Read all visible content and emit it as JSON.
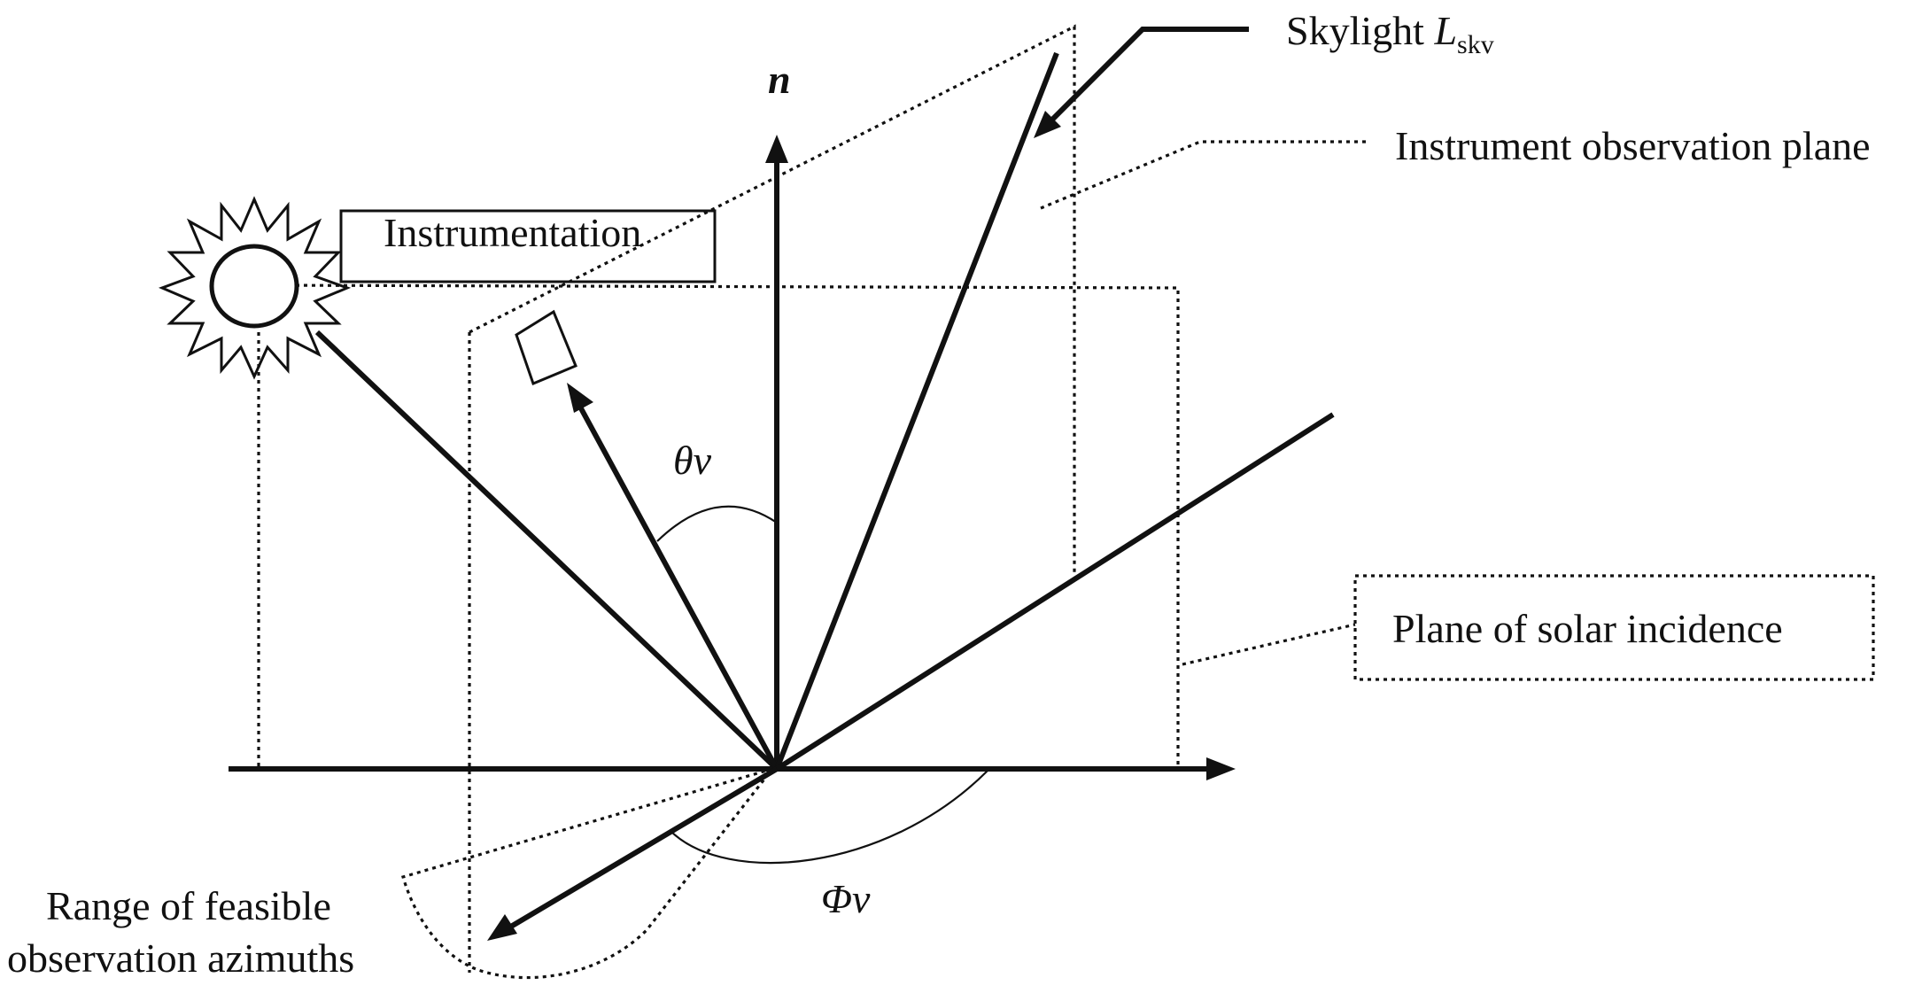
{
  "labels": {
    "normal": "n",
    "skylight_prefix": "Skylight ",
    "skylight_symbol": "L",
    "skylight_subscript": "skv",
    "observation_plane": "Instrument observation plane",
    "instrumentation": "Instrumentation",
    "theta": "θv",
    "phi": "Φv",
    "solar_plane": "Plane of solar incidence",
    "azimuth_range_line1": "Range of feasible",
    "azimuth_range_line2": "observation azimuths"
  },
  "icons": {
    "sun": "sun-icon",
    "instrument": "instrument-icon"
  }
}
